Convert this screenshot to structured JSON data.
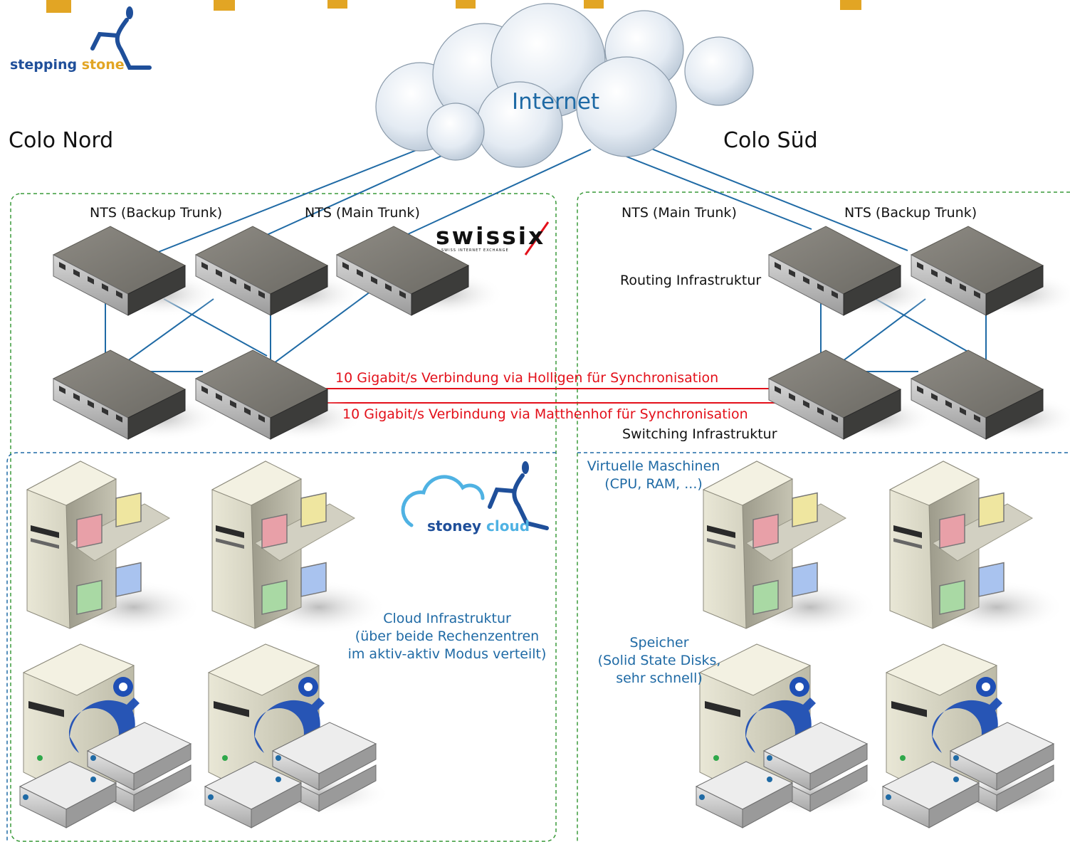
{
  "internet_label": "Internet",
  "sites": {
    "north": "Colo Nord",
    "south": "Colo Süd"
  },
  "trunks": {
    "north_backup": "NTS (Backup Trunk)",
    "north_main": "NTS (Main Trunk)",
    "south_main": "NTS (Main Trunk)",
    "south_backup": "NTS (Backup Trunk)"
  },
  "infra": {
    "routing": "Routing Infrastruktur",
    "switching": "Switching Infrastruktur"
  },
  "links": {
    "holligen": "10 Gigabit/s Verbindung via Holligen für Synchronisation",
    "matthenhof": "10 Gigabit/s Verbindung via Matthenhof für Synchronisation"
  },
  "cloud_infra": [
    "Cloud Infrastruktur",
    "(über beide Rechenzentren",
    "im aktiv-aktiv Modus verteilt)"
  ],
  "virtual_machines": [
    "Virtuelle Maschinen",
    "(CPU, RAM, ...)"
  ],
  "storage": [
    "Speicher",
    "(Solid State Disks,",
    "sehr schnell)"
  ],
  "logos": {
    "stepping_a": "stepping",
    "stepping_b": "stone",
    "swissix": "swissix",
    "swissix_sub": "SWISS INTERNET EXCHANGE",
    "stoney_a": "stoney",
    "stoney_b": "cloud"
  },
  "colors": {
    "link_blue": "#1f6aa5",
    "sync_red": "#e3101a",
    "zone_green": "#3a9a3a",
    "zone_blue": "#1f6aa5",
    "header_gold": "#e2a524"
  }
}
